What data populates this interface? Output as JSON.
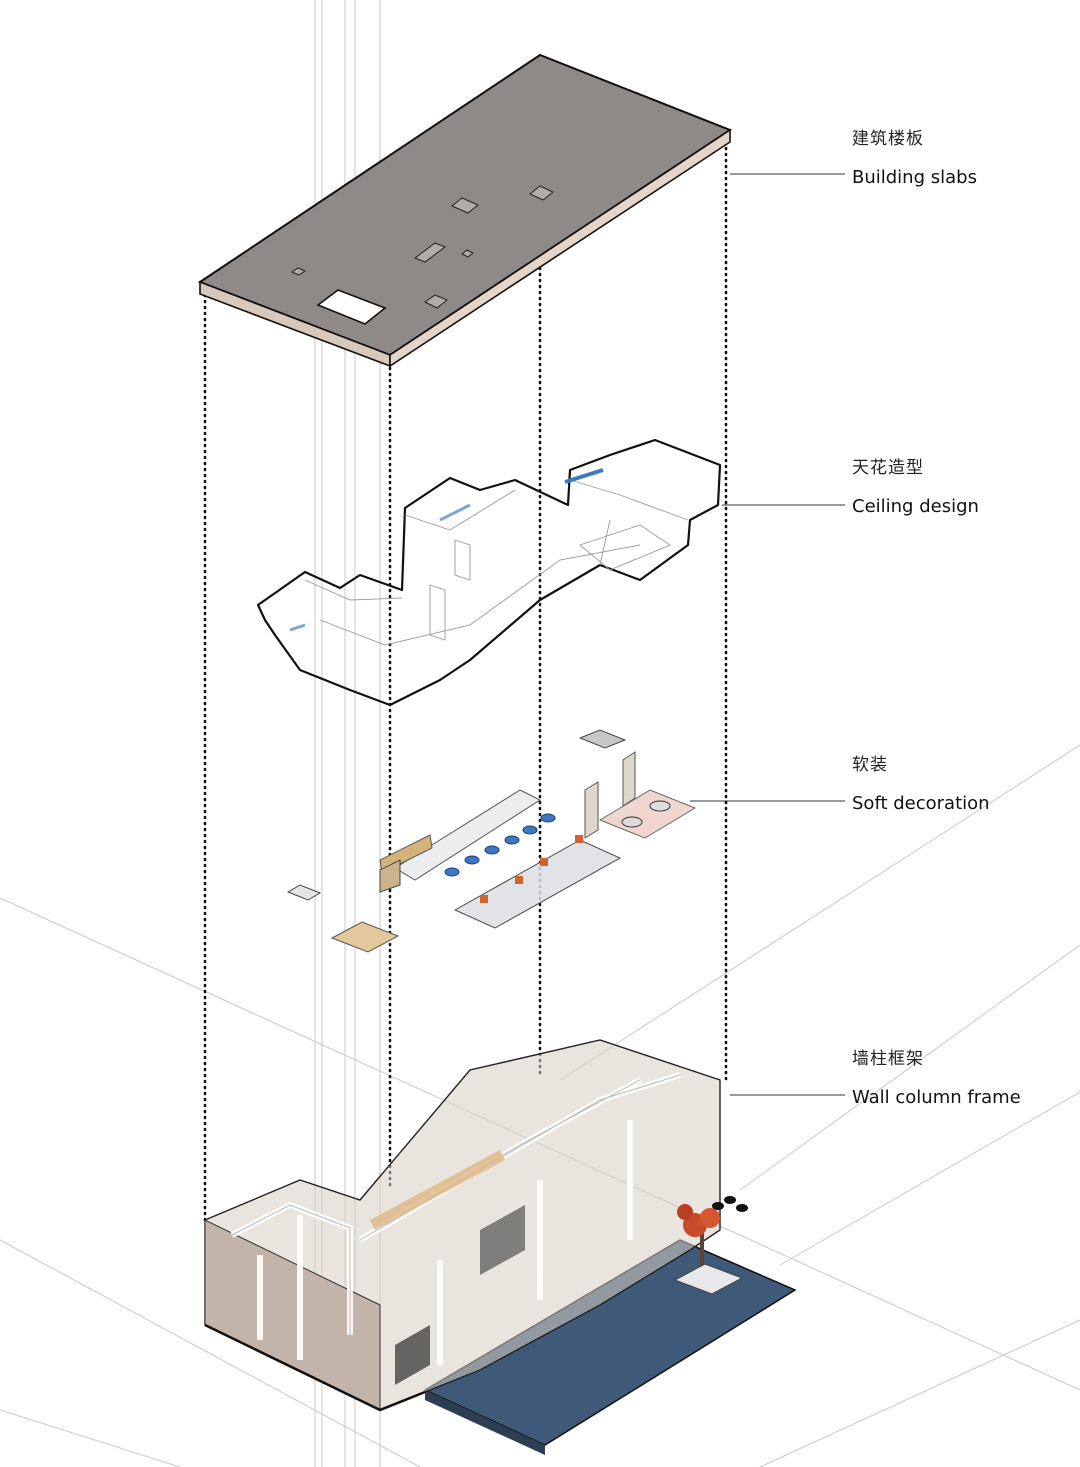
{
  "layers": [
    {
      "id": "slabs",
      "label_zh": "建筑楼板",
      "label_en": "Building slabs"
    },
    {
      "id": "ceiling",
      "label_zh": "天花造型",
      "label_en": "Ceiling design"
    },
    {
      "id": "soft",
      "label_zh": "软装",
      "label_en": "Soft decoration"
    },
    {
      "id": "frame",
      "label_zh": "墙柱框架",
      "label_en": "Wall column frame"
    }
  ],
  "colors": {
    "slab_top": "#8f8a87",
    "slab_edge": "#d8c8bc",
    "water": "#3e5a78",
    "tree": "#c84a2a",
    "wood": "#d4b27a",
    "accent_blue": "#3d78c4"
  }
}
